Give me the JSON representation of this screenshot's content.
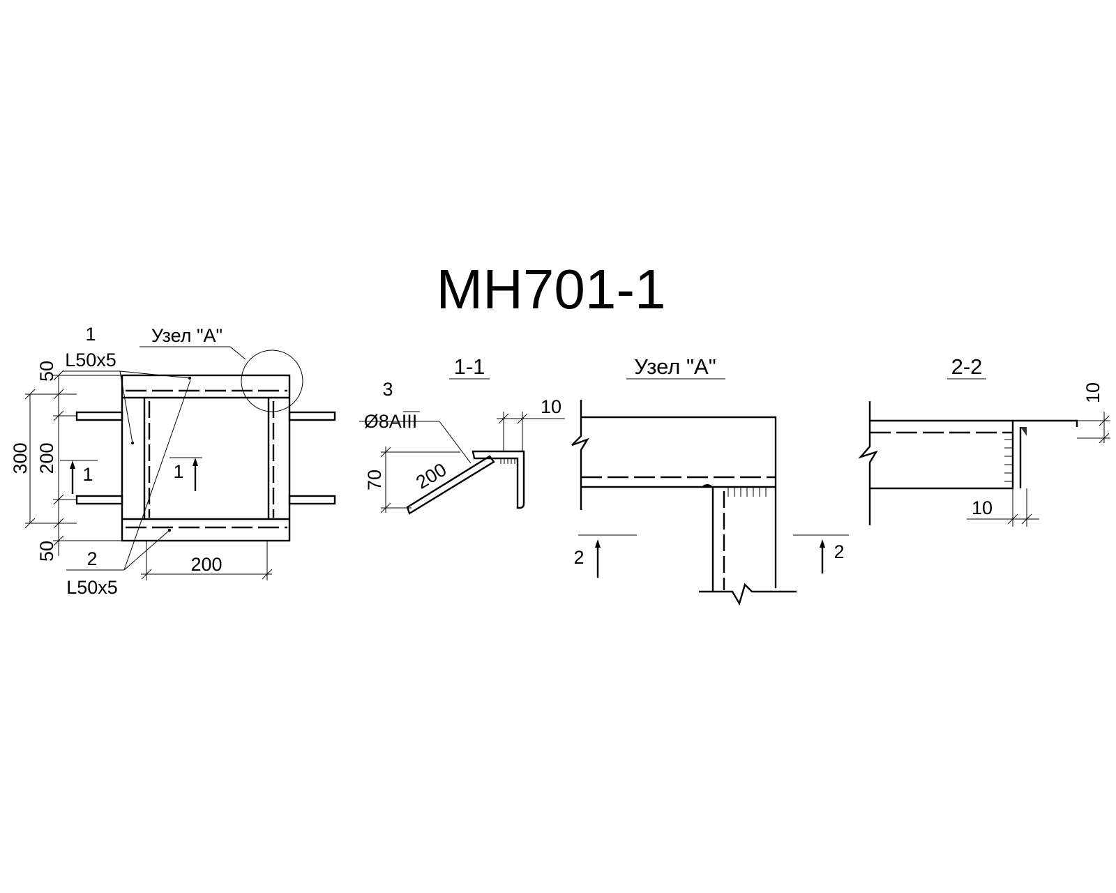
{
  "title": "МН701-1",
  "plan": {
    "pos1_num": "1",
    "pos1_profile": "L50x5",
    "pos2_num": "2",
    "pos2_profile": "L50x5",
    "node_ref": "Узел \"А\"",
    "dim_top": "50",
    "dim_overall": "300",
    "dim_inner": "200",
    "dim_bottom": "50",
    "dim_width": "200",
    "section_mark_left": "1",
    "section_mark_center": "1"
  },
  "section_1_1": {
    "title": "1-1",
    "pos_num": "3",
    "bar": "Ø8AIII",
    "dim_length": "200",
    "dim_height": "70",
    "dim_gap": "10"
  },
  "node_a": {
    "title": "Узел \"А\"",
    "section_mark_left": "2",
    "section_mark_right": "2"
  },
  "section_2_2": {
    "title": "2-2",
    "dim_top": "10",
    "dim_bottom": "10"
  }
}
